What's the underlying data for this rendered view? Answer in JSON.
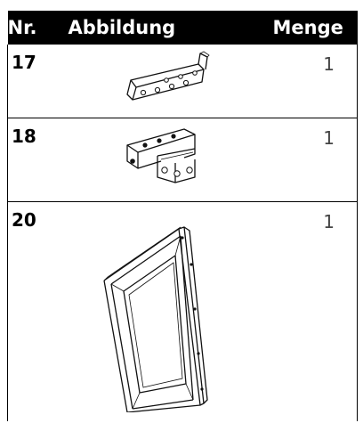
{
  "table": {
    "headers": {
      "nr": "Nr.",
      "image": "Abbildung",
      "qty": "Menge"
    },
    "rows": [
      {
        "nr": "17",
        "qty": "1",
        "image_icon": "bracket-plate-icon"
      },
      {
        "nr": "18",
        "qty": "1",
        "image_icon": "hinge-bracket-icon"
      },
      {
        "nr": "20",
        "qty": "1",
        "image_icon": "door-frame-icon"
      }
    ]
  }
}
